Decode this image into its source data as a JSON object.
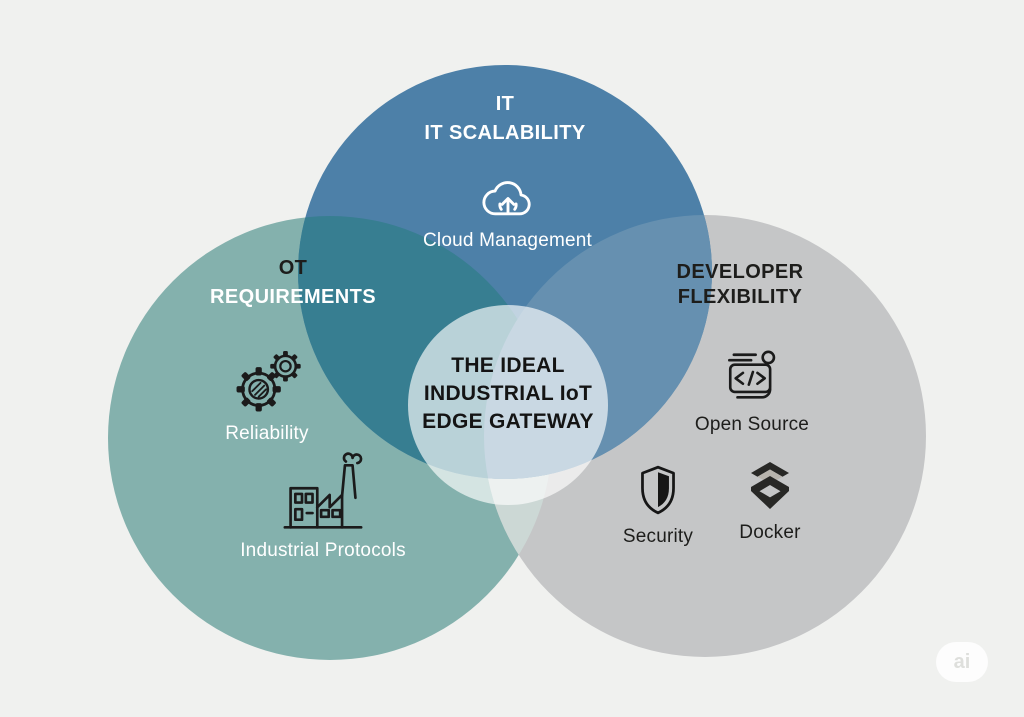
{
  "venn": {
    "background": "#f0f1ef",
    "text_light": "#ffffff",
    "text_dark": "#1d1d1b",
    "circles": [
      {
        "id": "it",
        "title_line1": "IT",
        "title_line2": "IT SCALABILITY",
        "color": "#4d80a8"
      },
      {
        "id": "ot",
        "title_line1": "OT",
        "title_line2": "REQUIREMENTS",
        "color": "#84b1ad"
      },
      {
        "id": "developer",
        "title_line1": "DEVELOPER",
        "title_line2": "FLEXIBILITY",
        "color": "#c5c6c7"
      }
    ],
    "overlaps": {
      "it_ot": "#377e91",
      "it_dev": "#6690b0",
      "ot_dev": "#ccd8d5",
      "center": "#ffffff"
    },
    "items": [
      {
        "icon": "cloud-upload-icon",
        "label": "Cloud Management"
      },
      {
        "icon": "gears-icon",
        "label": "Reliability"
      },
      {
        "icon": "factory-icon",
        "label": "Industrial Protocols"
      },
      {
        "icon": "code-icon",
        "label": "Open Source"
      },
      {
        "icon": "shield-icon",
        "label": "Security"
      },
      {
        "icon": "docker-icon",
        "label": "Docker"
      }
    ],
    "center": {
      "line1": "THE IDEAL",
      "line2": "INDUSTRIAL IoT",
      "line3": "EDGE GATEWAY"
    },
    "watermark": "ai"
  }
}
